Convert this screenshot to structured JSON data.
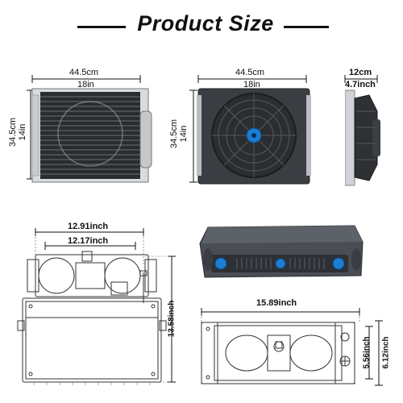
{
  "title": "Product Size",
  "condenser": {
    "width_cm": "44.5cm",
    "width_in": "18in",
    "height_cm": "34.5cm",
    "height_in": "14in"
  },
  "fan_unit": {
    "width_cm": "44.5cm",
    "width_in": "18in",
    "height_cm": "34.5cm",
    "height_in": "14in"
  },
  "side_view": {
    "depth_cm": "12cm",
    "depth_in": "4.7inch"
  },
  "evaporator_top": {
    "outer_width": "12.91inch",
    "inner_width": "12.17inch",
    "height": "13.58inch"
  },
  "evaporator_bottom": {
    "width": "15.89inch",
    "height_outer": "6.12inch",
    "height_inner": "5.56inch"
  },
  "colors": {
    "accent_blue": "#1a7fd4",
    "dark_unit": "#3a3d42",
    "line": "#111111"
  }
}
